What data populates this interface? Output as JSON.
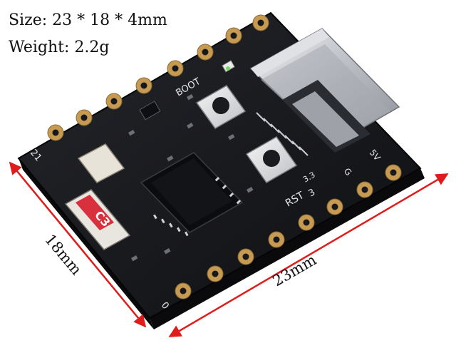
{
  "specs": {
    "size": "Size: 23 * 18 * 4mm",
    "weight": "Weight: 2.2g"
  },
  "dimensions": {
    "width_label": "23mm",
    "height_label": "18mm"
  },
  "silkscreen": {
    "boot": "BOOT",
    "rst": "RST",
    "pin_21": "21",
    "pin_0": "0",
    "pin_3": "3",
    "pin_5v": "5V",
    "pin_g": "G",
    "pin_3v3": "3.3"
  },
  "chip_marking": "C3",
  "colors": {
    "board": "#17181c",
    "pad": "#c79a52",
    "dimension_arrow": "#e01b1b",
    "usb_metal": "#c9ccd2",
    "antenna": "#d9303d"
  },
  "icons": [
    "usb-c-connector",
    "push-button",
    "led"
  ]
}
